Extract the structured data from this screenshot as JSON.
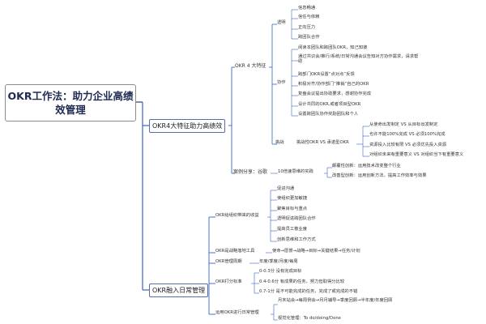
{
  "root": {
    "title": "OKR工作法：助力企业高绩效管理"
  },
  "branches": [
    {
      "label": "OKR4大特征助力高绩效",
      "children": [
        {
          "label": "OKR 4 大特征",
          "children": [
            {
              "label": "透明",
              "items": [
                "信息畅通",
                "信任与依赖",
                "正向压力",
                "跨团队合作"
              ]
            },
            {
              "label": "协作",
              "items": [
                "阅读本团队和跨团队OKR，知己知彼",
                "通过共识会/推行/系统/日常沟通会议告知对方协作需求，请求帮助",
                "跨部门OKR设置“点对点”反馈",
                "积极对齐/协作部门“推销”自己的OKR",
                "复盘会议提出协助要求，感谢协作完成",
                "设计共同的OKR,或者项目型OKR",
                "设置跨团队协作奖励团队和个人"
              ]
            },
            {
              "label": "挑战",
              "sub": "挑战性OKR VS 承诺型OKR",
              "items": [
                "从使命出发制定 VS 从目标出发制定",
                "也许不能100%完成 VS 必须100%完成",
                "资源投入比较有限 VS 必须优先投入资源",
                "对组织未来有重要意义 VS 对组织当下有重要意义"
              ]
            }
          ]
        },
        {
          "label": "案例分享：谷歌",
          "sub": "10倍速思维的实践",
          "items": [
            "颠覆性创新：运用技术改变整个行业",
            "改善型创新：运用创新方法，提高工作效率与效果"
          ]
        }
      ]
    },
    {
      "label": "OKR融入日常管理",
      "children": [
        {
          "label": "OKR给组织带来的收益",
          "items": [
            "促进沟通",
            "使组织更加敏捷",
            "聚焦目标与重点",
            "透明促进跨团队合作",
            "提高员工敬业度",
            "创新思维和工作方式"
          ]
        },
        {
          "label": "OKR是战略落地工具",
          "items": [
            "使命→愿景→战略→目标→关键结果→任务/计划"
          ]
        },
        {
          "label": "OKR管理周期",
          "items": [
            "年度/季度/月度/每周"
          ]
        },
        {
          "label": "OKR打分标准",
          "items": [
            "0-0.3分 没有完成目标",
            "0.4-0.6分 有成果的任务，努力但取得分比较",
            "0.7-1分 是不可能完成的任务，完成了或完成的不错"
          ]
        },
        {
          "label": "运用OKR进行日常管理",
          "items": [
            "月末站会→每周例会→月月辅导→季度回顾→半年度/年度回顾",
            "视觉化管理：To do/doing/Done"
          ]
        }
      ]
    }
  ]
}
